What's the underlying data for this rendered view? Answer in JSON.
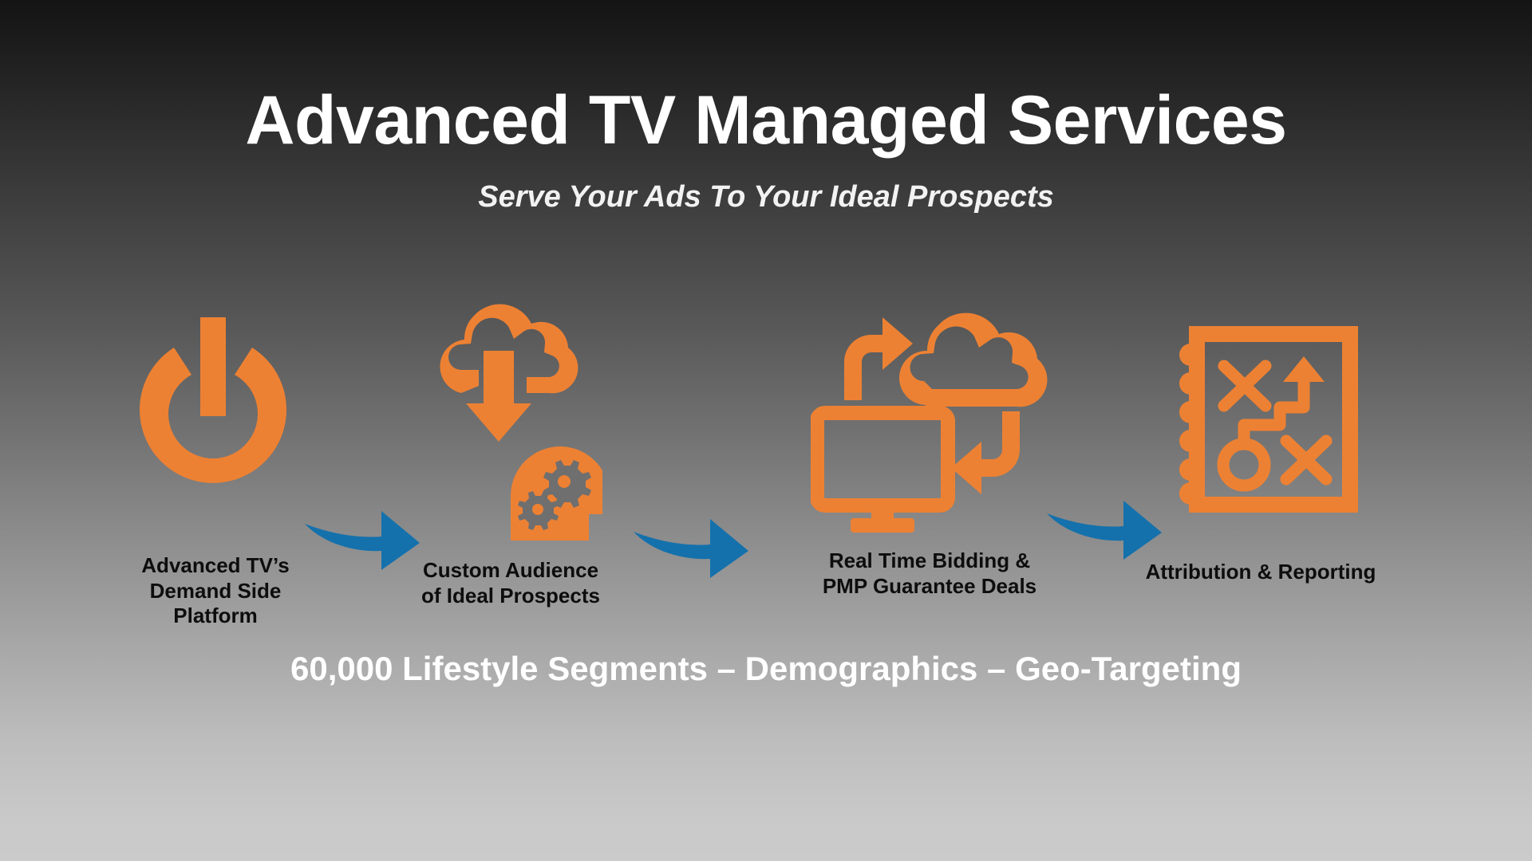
{
  "slide": {
    "title": "Advanced TV Managed Services",
    "subtitle": "Serve Your Ads To Your Ideal Prospects",
    "footer_caption": "60,000 Lifestyle Segments – Demographics – Geo-Targeting"
  },
  "colors": {
    "accent_orange": "#ED8133",
    "arrow_blue": "#1471AC",
    "title_text": "#FFFFFF",
    "label_text": "#0D0D0D",
    "background_top": "#141414",
    "background_bottom": "#CBCBCB"
  },
  "steps": [
    {
      "id": "step1",
      "icon": "power-button-icon",
      "label": "Advanced TV’s\nDemand Side\nPlatform"
    },
    {
      "id": "step2",
      "icon": "cloud-download-to-brain-icon",
      "label": "Custom Audience\nof Ideal Prospects"
    },
    {
      "id": "step3",
      "icon": "cloud-sync-monitor-icon",
      "label": "Real Time Bidding &\nPMP Guarantee Deals"
    },
    {
      "id": "step4",
      "icon": "strategy-playbook-icon",
      "label": "Attribution & Reporting"
    }
  ],
  "connectors": [
    {
      "id": "arrow1",
      "icon": "curved-right-arrow-icon"
    },
    {
      "id": "arrow2",
      "icon": "curved-right-arrow-icon"
    },
    {
      "id": "arrow3",
      "icon": "curved-right-arrow-icon"
    }
  ]
}
